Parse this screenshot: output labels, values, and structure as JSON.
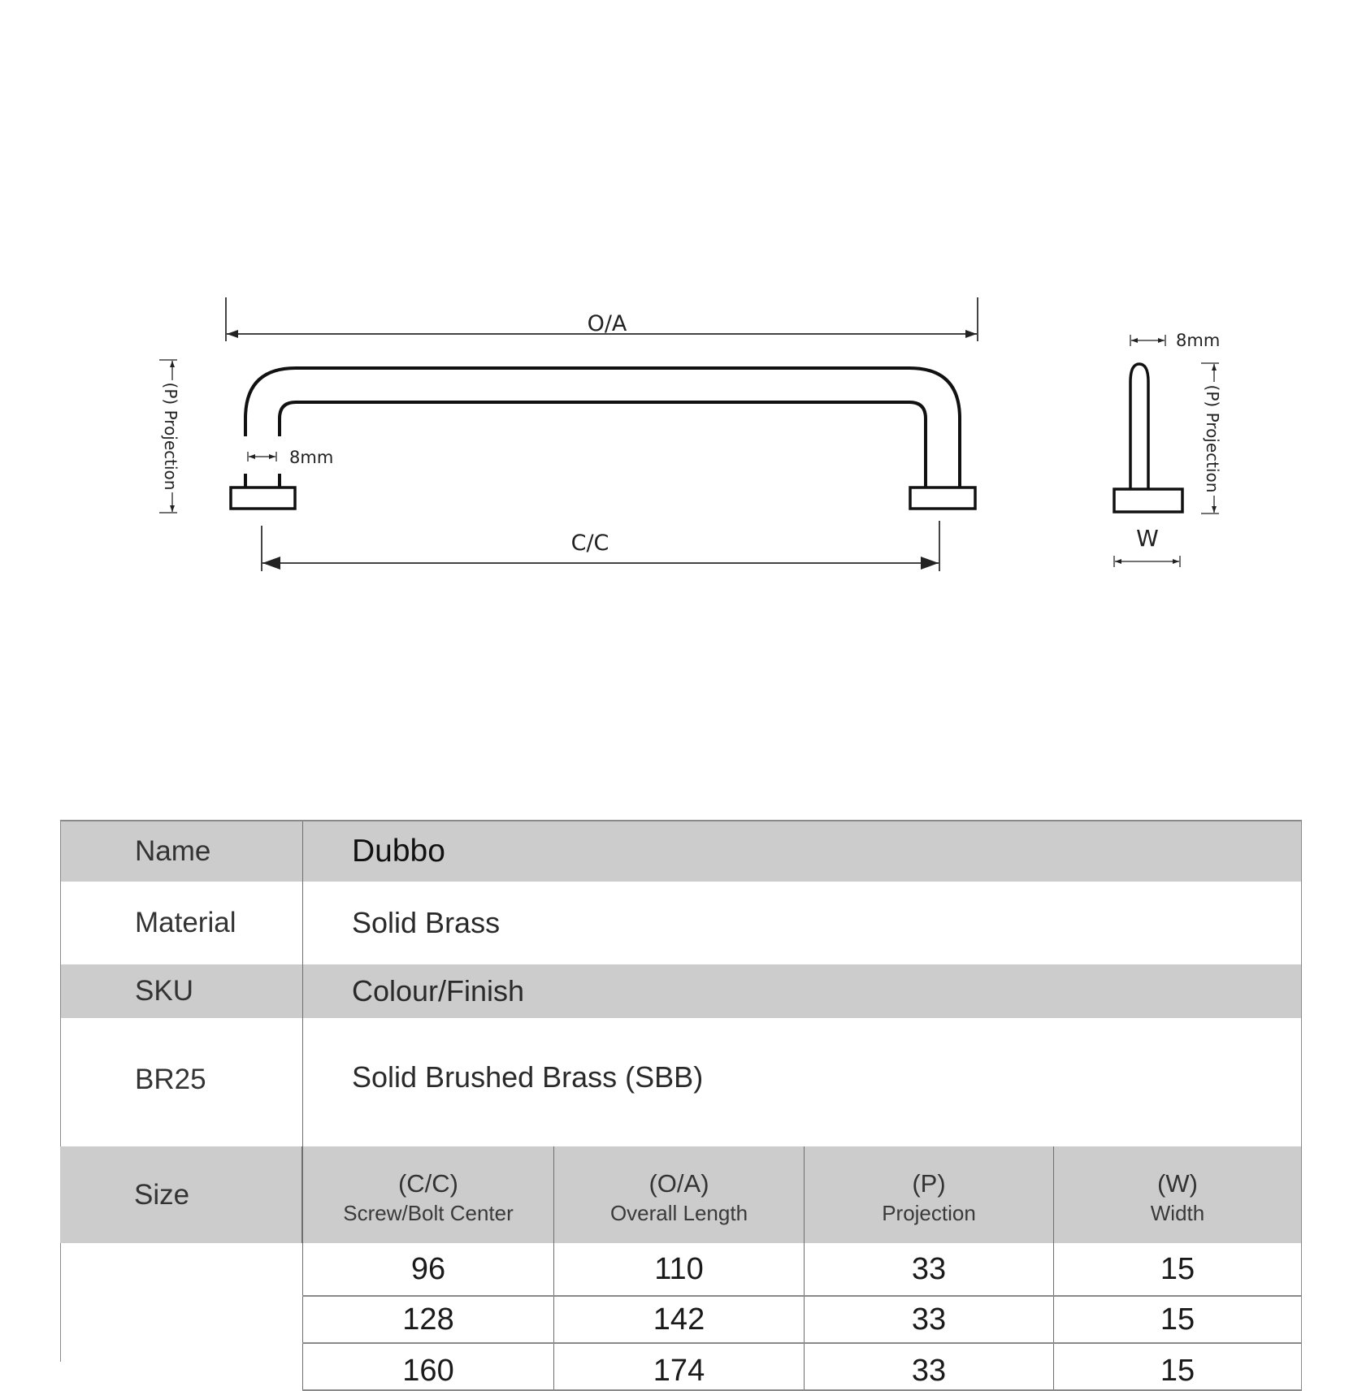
{
  "drawing": {
    "front_view": {
      "overall_label": "O/A",
      "center_label": "C/C",
      "projection_label": "(P) Projection",
      "rod_diameter_label": "8mm"
    },
    "side_view": {
      "rod_diameter_label": "8mm",
      "projection_label": "(P) Projection",
      "width_label": "W"
    }
  },
  "spec_table": {
    "rows": [
      {
        "label": "Name",
        "value": "Dubbo",
        "shaded": true
      },
      {
        "label": "Material",
        "value": "Solid Brass",
        "shaded": false
      },
      {
        "label": "SKU",
        "value": "Colour/Finish",
        "shaded": true
      },
      {
        "label": "BR25",
        "value": "Solid Brushed Brass (SBB)",
        "shaded": false
      }
    ],
    "size": {
      "label": "Size",
      "columns": [
        {
          "abbr": "(C/C)",
          "desc": "Screw/Bolt Center"
        },
        {
          "abbr": "(O/A)",
          "desc": "Overall Length"
        },
        {
          "abbr": "(P)",
          "desc": "Projection"
        },
        {
          "abbr": "(W)",
          "desc": "Width"
        }
      ],
      "rows": [
        [
          "96",
          "110",
          "33",
          "15"
        ],
        [
          "128",
          "142",
          "33",
          "15"
        ],
        [
          "160",
          "174",
          "33",
          "15"
        ]
      ]
    }
  }
}
